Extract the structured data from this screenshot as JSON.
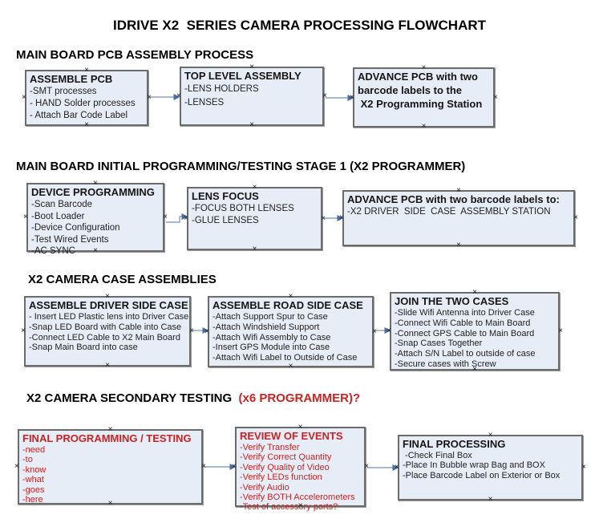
{
  "title": "IDRIVE X2  SERIES CAMERA PROCESSING FLOWCHART",
  "glyphs": {
    "anchor": "×"
  },
  "colors": {
    "box_fill": "#e7edf6",
    "box_border": "#6b6b6b",
    "arrow_line": "#8ba2bd",
    "arrow_head": "#4a6da7",
    "red_text": "#cc2222"
  },
  "sections": [
    {
      "heading": {
        "text": "MAIN BOARD PCB ASSEMBLY PROCESS",
        "suffix": ""
      },
      "boxes": [
        {
          "title": "ASSEMBLE PCB",
          "lines": [
            "-SMT processes",
            "- HAND Solder processes",
            "- Attach Bar Code Label"
          ]
        },
        {
          "title": "TOP LEVEL ASSEMBLY",
          "lines": [
            "-LENS HOLDERS",
            "-LENSES"
          ]
        },
        {
          "title": "ADVANCE PCB with two",
          "lines": [
            "barcode labels to the",
            " X2 Programming Station"
          ]
        }
      ]
    },
    {
      "heading": {
        "text": "MAIN BOARD INITIAL PROGRAMMING/TESTING STAGE 1 (X2 PROGRAMMER)",
        "suffix": ""
      },
      "boxes": [
        {
          "title": "DEVICE PROGRAMMING",
          "lines": [
            "-Scan Barcode",
            "-Boot Loader",
            "-Device Configuration",
            "-Test Wired Events",
            "-AC SYNC"
          ]
        },
        {
          "title": "LENS FOCUS",
          "lines": [
            "-FOCUS BOTH LENSES",
            "-GLUE LENSES"
          ]
        },
        {
          "title": "ADVANCE PCB with two barcode labels to:",
          "lines": [
            "-X2 DRIVER  SIDE  CASE  ASSEMBLY STATION"
          ]
        }
      ]
    },
    {
      "heading": {
        "text": "X2 CAMERA CASE ASSEMBLIES",
        "suffix": ""
      },
      "boxes": [
        {
          "title": "ASSEMBLE DRIVER SIDE CASE",
          "lines": [
            "- Insert LED Plastic lens into Driver Case",
            "-Snap LED Board with Cable into Case",
            "-Connect LED Cable to X2 Main Board",
            "-Snap Main Board into case"
          ]
        },
        {
          "title": "ASSEMBLE ROAD SIDE CASE",
          "lines": [
            "-Attach Support Spur to Case",
            "-Attach Windshield Support",
            "-Attach Wifi Assembly to Case",
            "-Insert GPS Module into Case",
            "-Attach Wifi Label to Outside of Case"
          ]
        },
        {
          "title": "JOIN THE TWO CASES",
          "lines": [
            "-Slide Wifi Antenna into Driver Case",
            "-Connect Wifi Cable to Main Board",
            "-Connect GPS Cable to Main Board",
            "-Snap Cases Together",
            "-Attach S/N Label to outside of case",
            "-Secure cases with Screw"
          ]
        }
      ]
    },
    {
      "heading": {
        "text": "X2 CAMERA SECONDARY TESTING",
        "suffix": "  (x6 PROGRAMMER)?"
      },
      "boxes": [
        {
          "title": "FINAL PROGRAMMING / TESTING",
          "lines": [
            "-need",
            "-to",
            "-know",
            "-what",
            "-goes",
            "-here"
          ]
        },
        {
          "title": "REVIEW OF EVENTS",
          "lines": [
            "-Verify Transfer",
            "-Verify Correct Quantity",
            "-Verify Quality of Video",
            "-Verify LEDs function",
            "-Verify Audio",
            "-Verify BOTH Accelerometers",
            "-Test of accessory ports?"
          ]
        },
        {
          "title": "FINAL PROCESSING",
          "lines": [
            " -Check Final Box",
            "-Place In Bubble wrap Bag and BOX",
            "-Place Barcode Label on Exterior or Box"
          ]
        }
      ]
    }
  ]
}
